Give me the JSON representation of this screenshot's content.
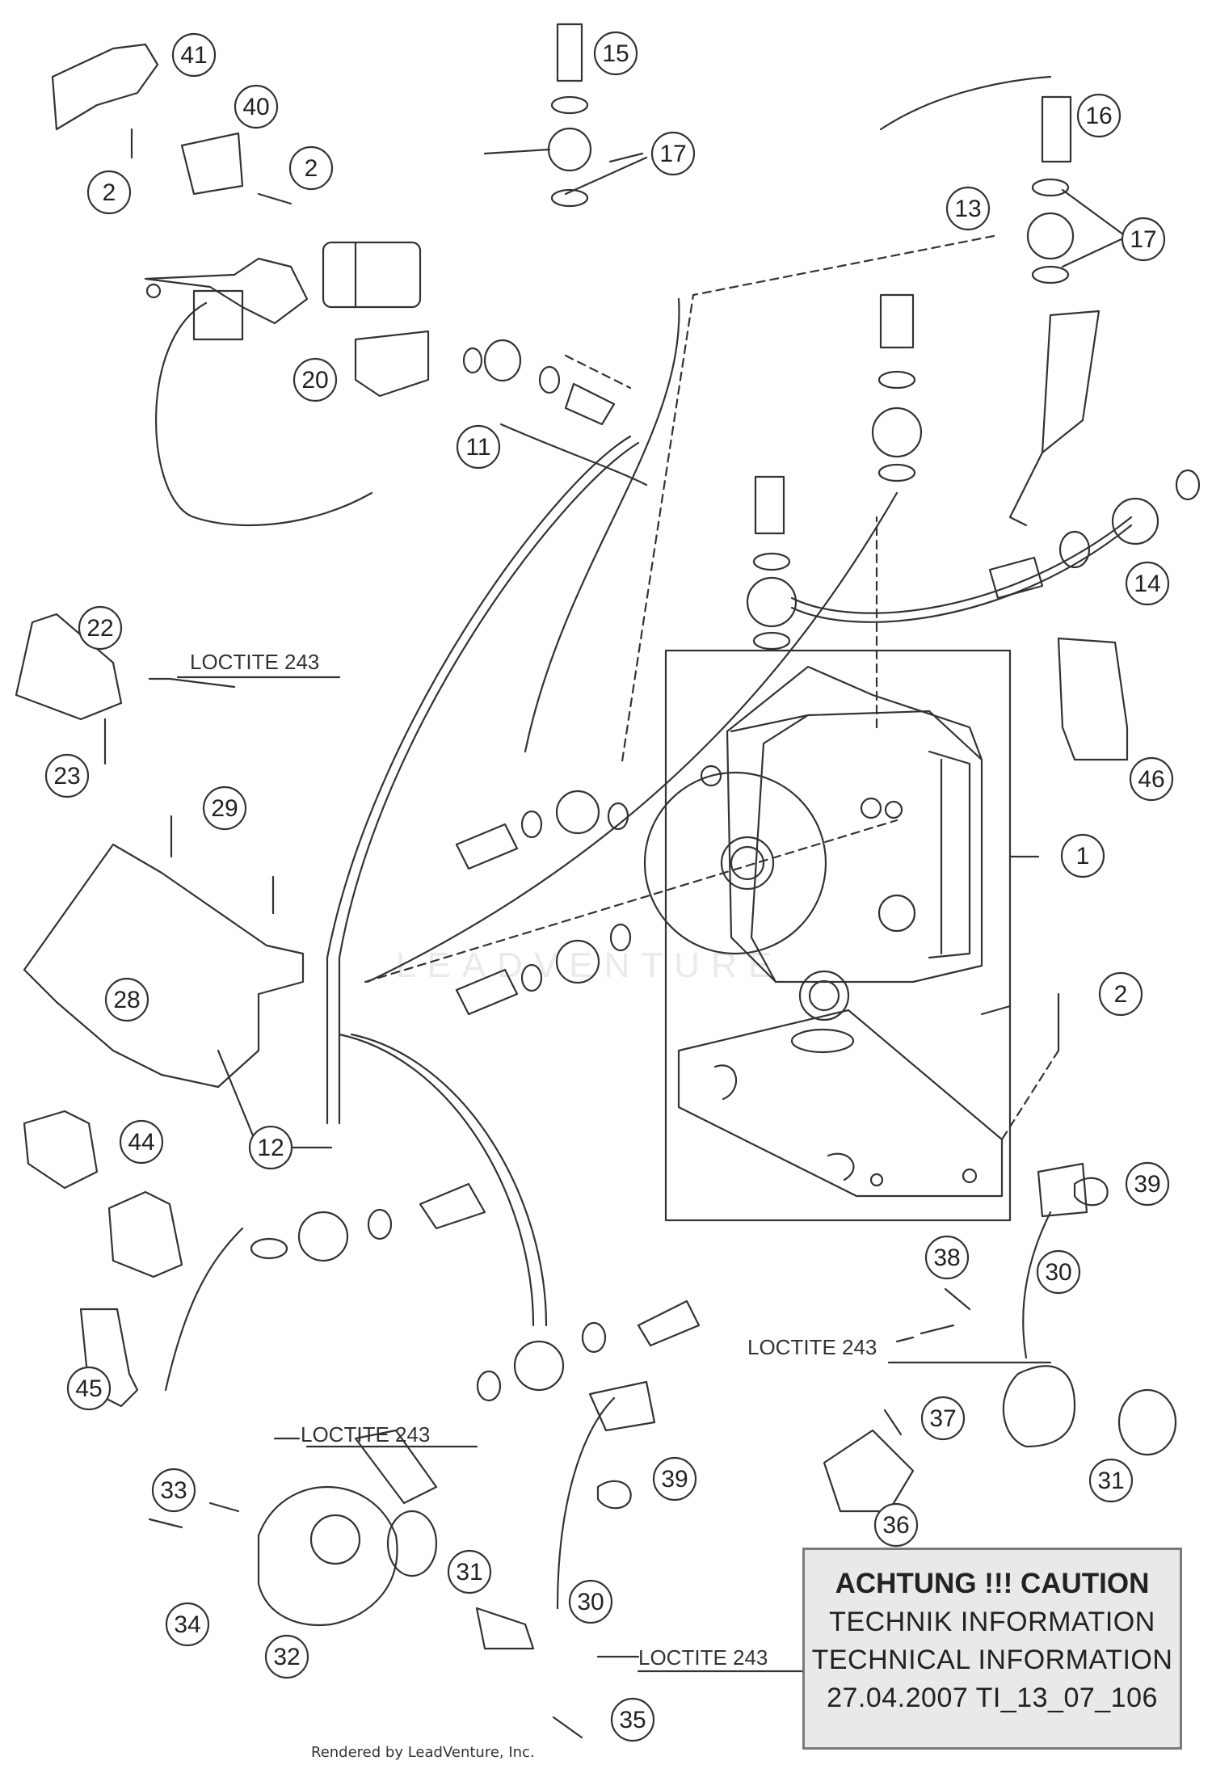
{
  "callouts": [
    {
      "id": "c41",
      "n": "41"
    },
    {
      "id": "c40",
      "n": "40"
    },
    {
      "id": "c2a",
      "n": "2"
    },
    {
      "id": "c2b",
      "n": "2"
    },
    {
      "id": "c15",
      "n": "15"
    },
    {
      "id": "c17a",
      "n": "17"
    },
    {
      "id": "c16",
      "n": "16"
    },
    {
      "id": "c13",
      "n": "13"
    },
    {
      "id": "c17b",
      "n": "17"
    },
    {
      "id": "c11",
      "n": "11"
    },
    {
      "id": "c20",
      "n": "20"
    },
    {
      "id": "c14",
      "n": "14"
    },
    {
      "id": "c22",
      "n": "22"
    },
    {
      "id": "c23",
      "n": "23"
    },
    {
      "id": "c29",
      "n": "29"
    },
    {
      "id": "c46",
      "n": "46"
    },
    {
      "id": "c1",
      "n": "1"
    },
    {
      "id": "c28",
      "n": "28"
    },
    {
      "id": "c2c",
      "n": "2"
    },
    {
      "id": "c44",
      "n": "44"
    },
    {
      "id": "c12",
      "n": "12"
    },
    {
      "id": "c39a",
      "n": "39"
    },
    {
      "id": "c38",
      "n": "38"
    },
    {
      "id": "c30a",
      "n": "30"
    },
    {
      "id": "c45",
      "n": "45"
    },
    {
      "id": "c37",
      "n": "37"
    },
    {
      "id": "c31a",
      "n": "31"
    },
    {
      "id": "c33",
      "n": "33"
    },
    {
      "id": "c39b",
      "n": "39"
    },
    {
      "id": "c36",
      "n": "36"
    },
    {
      "id": "c34",
      "n": "34"
    },
    {
      "id": "c31b",
      "n": "31"
    },
    {
      "id": "c30b",
      "n": "30"
    },
    {
      "id": "c32",
      "n": "32"
    },
    {
      "id": "c35",
      "n": "35"
    }
  ],
  "loctite_labels": [
    "LOCTITE 243",
    "LOCTITE 243",
    "LOCTITE 243",
    "LOCTITE 243"
  ],
  "caution": {
    "line1": "ACHTUNG !!! CAUTION",
    "line2": "TECHNIK INFORMATION",
    "line3": "TECHNICAL INFORMATION",
    "line4": "27.04.2007   TI_13_07_106"
  },
  "footer": "Rendered by LeadVenture, Inc.",
  "watermark": "LEADVENTURE",
  "colors": {
    "line": "#333333",
    "circle_fill": "#ffffff",
    "box_bg": "#e9e9e9"
  }
}
